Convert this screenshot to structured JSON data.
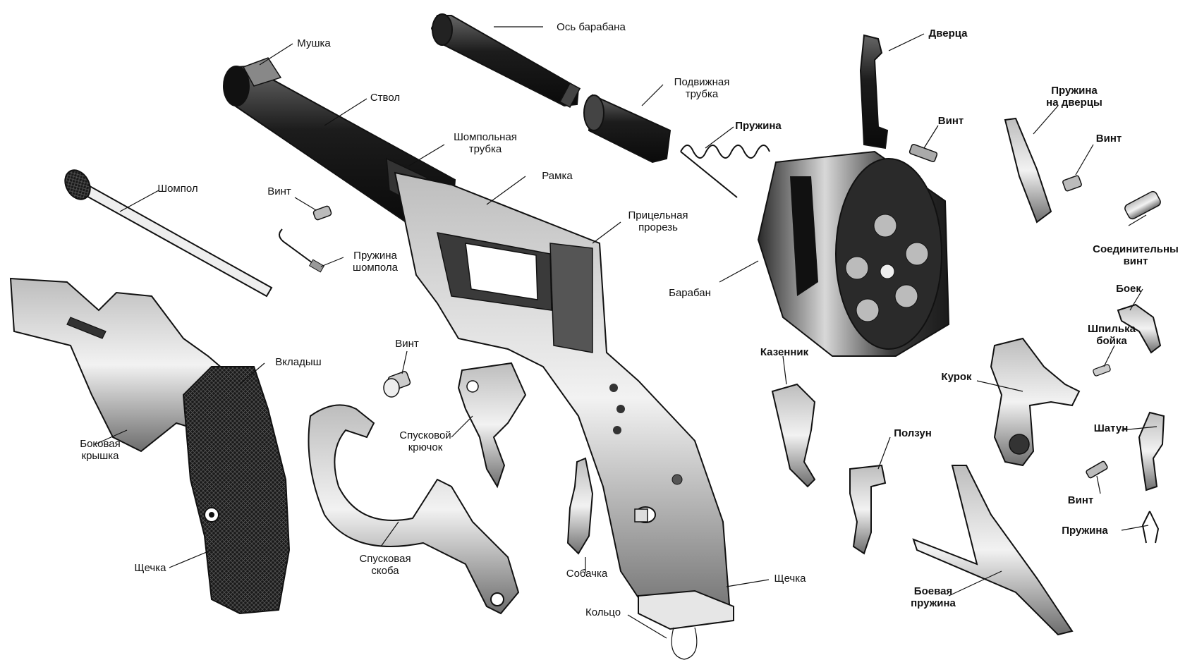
{
  "labels": {
    "mushka": "Мушка",
    "os_barabana": "Ось барабана",
    "dvertsa": "Дверца",
    "stvol": "Ствол",
    "podvizhnaya_1": "Подвижная",
    "podvizhnaya_2": "трубка",
    "vint_dvertsy": "Винт",
    "pruzhina_na_dvertsy_1": "Пружина",
    "pruzhina_na_dvertsy_2": "на дверцы",
    "shompolnaya_1": "Шомпольная",
    "shompolnaya_2": "трубка",
    "pruzhina_barabana": "Пружина",
    "vint_right_top": "Винт",
    "ramka": "Рамка",
    "shompol": "Шомпол",
    "vint_shompola": "Винт",
    "pricelnaya_1": "Прицельная",
    "pricelnaya_2": "прорезь",
    "pruzhina_shompola_1": "Пружина",
    "pruzhina_shompola_2": "шомпола",
    "soedinitelny_1": "Соединительны",
    "soedinitelny_2": "винт",
    "baraban": "Барабан",
    "boek": "Боек",
    "shpilka_1": "Шпилька",
    "shpilka_2": "бойка",
    "vkladysh": "Вкладыш",
    "vint_center": "Винт",
    "kazennik": "Казенник",
    "kurok": "Курок",
    "bokovaya_1": "Боковая",
    "bokovaya_2": "крышка",
    "spuskovoy_1": "Спусковой",
    "spuskovoy_2": "крючок",
    "polzun": "Ползун",
    "shatun": "Шатун",
    "vint_shatuna": "Винт",
    "pruzhina_small": "Пружина",
    "shechka_left": "Щечка",
    "spuskovaya_1": "Спусковая",
    "spuskovaya_2": "скоба",
    "sobachka": "Собачка",
    "shechka_right": "Щечка",
    "boevaya_1": "Боевая",
    "boevaya_2": "пружина",
    "koltso": "Кольцо"
  }
}
